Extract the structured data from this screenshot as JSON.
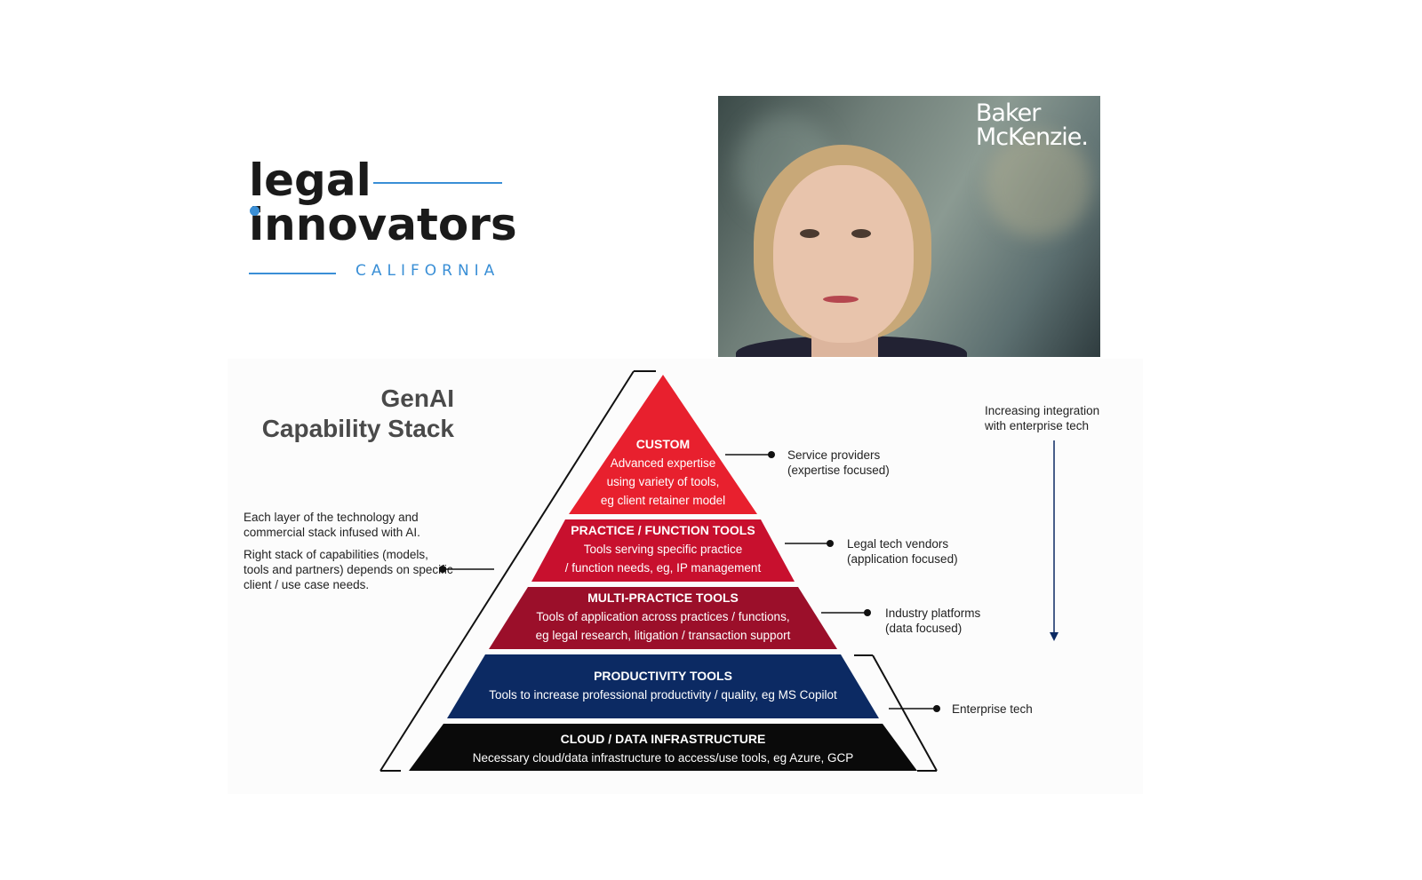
{
  "logo": {
    "line1": "legal",
    "line2": "innovators",
    "sub": "CALIFORNIA",
    "accent_color": "#3a8fd6"
  },
  "video": {
    "brand_line1": "Baker",
    "brand_line2": "McKenzie."
  },
  "slide": {
    "title_line1": "GenAI",
    "title_line2": "Capability Stack",
    "left_note_p1": "Each layer of the technology and commercial stack infused with AI.",
    "left_note_p2": "Right stack of capabilities (models, tools and partners) depends on specific client / use case needs.",
    "integration_line1": "Increasing integration",
    "integration_line2": "with enterprise tech",
    "layers": [
      {
        "title": "CUSTOM",
        "desc": [
          "Advanced expertise",
          "using variety of tools,",
          "eg client retainer model"
        ],
        "color": "#e8202e"
      },
      {
        "title": "PRACTICE / FUNCTION TOOLS",
        "desc": [
          "Tools serving specific practice",
          "/ function needs, eg, IP management"
        ],
        "color": "#c8102e"
      },
      {
        "title": "MULTI-PRACTICE TOOLS",
        "desc": [
          "Tools of application across practices / functions,",
          "eg legal research, litigation / transaction support"
        ],
        "color": "#9b0f2a"
      },
      {
        "title": "PRODUCTIVITY TOOLS",
        "desc": [
          "Tools to increase professional productivity / quality, eg MS Copilot"
        ],
        "color": "#0c2a63"
      },
      {
        "title": "CLOUD / DATA INFRASTRUCTURE",
        "desc": [
          "Necessary cloud/data infrastructure to access/use tools, eg Azure, GCP"
        ],
        "color": "#0a0a0a"
      }
    ],
    "callouts": [
      {
        "line1": "Service providers",
        "line2": "(expertise focused)"
      },
      {
        "line1": "Legal tech vendors",
        "line2": "(application focused)"
      },
      {
        "line1": "Industry platforms",
        "line2": "(data focused)"
      },
      {
        "line1": "Enterprise tech",
        "line2": ""
      }
    ]
  }
}
